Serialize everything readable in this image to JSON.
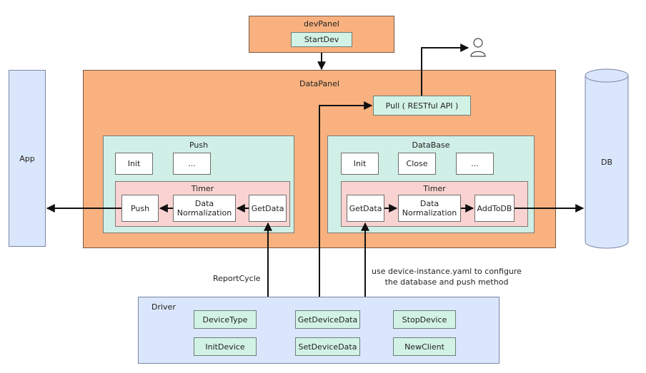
{
  "devpanel": {
    "title": "devPanel",
    "startdev": "StartDev"
  },
  "datapanel": {
    "title": "DataPanel",
    "pull": "Pull ( RESTful API )"
  },
  "app": {
    "label": "App"
  },
  "db": {
    "label": "DB"
  },
  "push_panel": {
    "title": "Push",
    "init": "Init",
    "more": "...",
    "timer": {
      "title": "Timer",
      "push": "Push",
      "normalize_line1": "Data",
      "normalize_line2": "Normalization",
      "getdata": "GetData"
    }
  },
  "database_panel": {
    "title": "DataBase",
    "init": "Init",
    "close": "Close",
    "more": "...",
    "timer": {
      "title": "Timer",
      "getdata": "GetData",
      "normalize_line1": "Data",
      "normalize_line2": "Normalization",
      "addtodb": "AddToDB"
    }
  },
  "annotations": {
    "report_cycle": "ReportCycle",
    "config_line1": "use device-instance.yaml to configure",
    "config_line2": "the database and push method"
  },
  "driver": {
    "title": "Driver",
    "items": [
      "DeviceType",
      "GetDeviceData",
      "StopDevice",
      "InitDevice",
      "SetDeviceData",
      "NewClient"
    ]
  },
  "icons": {
    "user": "user-icon"
  },
  "colors": {
    "orange": "#f8b17f",
    "teal": "#d0efe6",
    "pink": "#f9d3d1",
    "blue": "#dae6fb",
    "mint": "#d3f2e6"
  }
}
